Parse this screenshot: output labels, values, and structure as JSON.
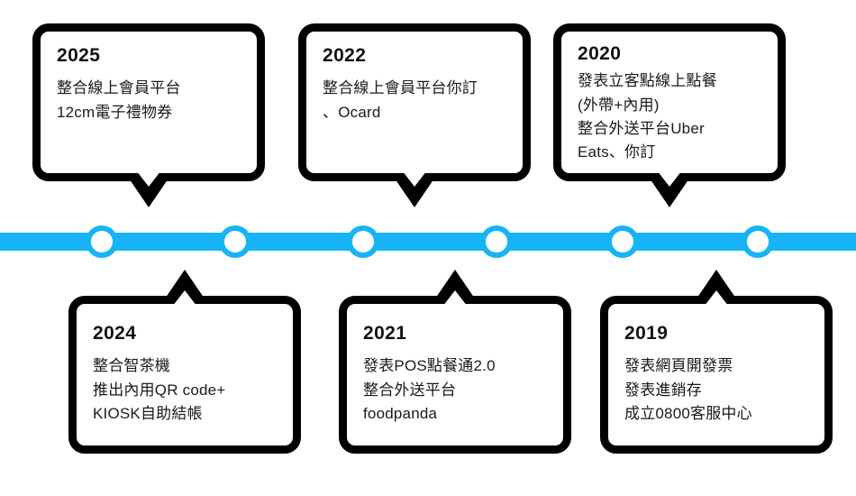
{
  "theme": {
    "timeline_color": "#17b4f5",
    "bubble_border_color": "#000000",
    "bubble_fill_color": "#ffffff",
    "text_color": "#1a1a1a"
  },
  "timeline": {
    "nodes": [
      {
        "name": "node-2025"
      },
      {
        "name": "node-2024"
      },
      {
        "name": "node-2022"
      },
      {
        "name": "node-2021"
      },
      {
        "name": "node-2020"
      },
      {
        "name": "node-2019"
      }
    ]
  },
  "milestones": {
    "top": [
      {
        "year": "2025",
        "lines": [
          "整合線上會員平台",
          "12cm電子禮物券"
        ]
      },
      {
        "year": "2022",
        "lines": [
          "整合線上會員平台你訂",
          "、Ocard"
        ]
      },
      {
        "year": "2020",
        "lines": [
          "發表立客點線上點餐",
          "(外帶+內用)",
          "整合外送平台Uber",
          "Eats、你訂"
        ]
      }
    ],
    "bottom": [
      {
        "year": "2024",
        "lines": [
          "整合智茶機",
          "推出內用QR code+",
          "KIOSK自助結帳"
        ]
      },
      {
        "year": "2021",
        "lines": [
          "發表POS點餐通2.0",
          "整合外送平台",
          "foodpanda"
        ]
      },
      {
        "year": "2019",
        "lines": [
          "發表網頁開發票",
          "發表進銷存",
          "成立0800客服中心"
        ]
      }
    ]
  }
}
